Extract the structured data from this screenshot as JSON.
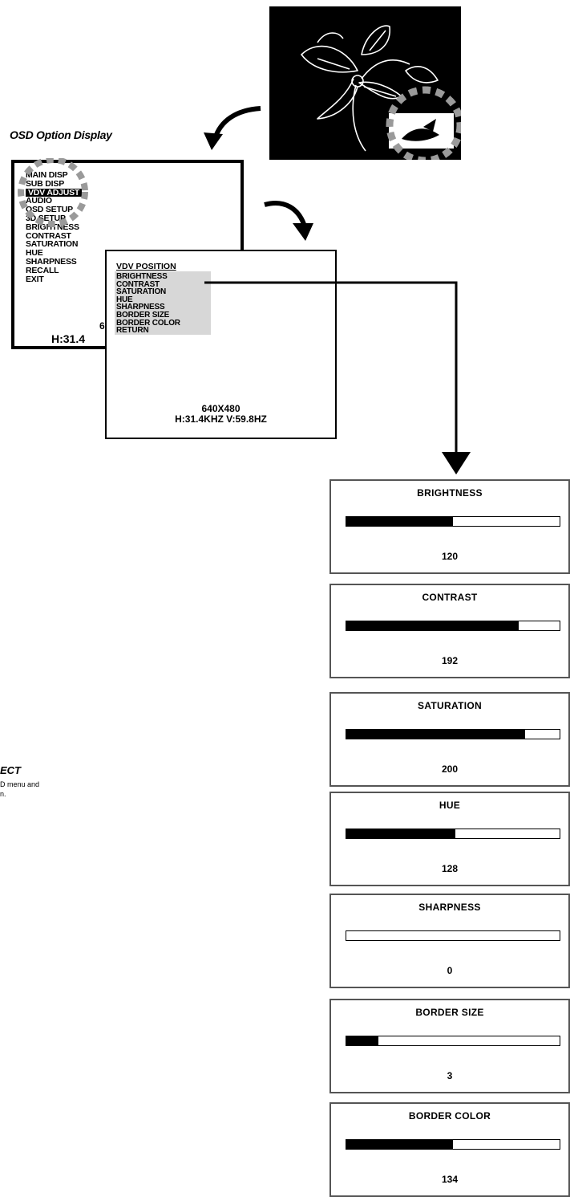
{
  "caption": "OSD Option Display",
  "main_menu": {
    "items": [
      "MAIN DISP",
      "SUB DISP",
      "VDV ADJUST",
      "AUDIO",
      "OSD SETUP",
      "3D SETUP",
      "BRIGHTNESS",
      "CONTRAST",
      "SATURATION",
      "HUE",
      "SHARPNESS",
      "RECALL",
      "EXIT"
    ],
    "highlighted_index": 2,
    "resolution_partial": "6",
    "frequency_partial": "H:31.4"
  },
  "sub_menu": {
    "header": "VDV POSITION",
    "items": [
      "BRIGHTNESS",
      "CONTRAST",
      "SATURATION",
      "HUE",
      "SHARPNESS",
      "BORDER SIZE",
      "BORDER COLOR",
      "RETURN"
    ],
    "resolution": "640X480",
    "frequency": "H:31.4KHZ V:59.8HZ"
  },
  "panels": [
    {
      "title": "BRIGHTNESS",
      "value": "120",
      "fill_fraction": 0.5
    },
    {
      "title": "CONTRAST",
      "value": "192",
      "fill_fraction": 0.81
    },
    {
      "title": "SATURATION",
      "value": "200",
      "fill_fraction": 0.84
    },
    {
      "title": "HUE",
      "value": "128",
      "fill_fraction": 0.51
    },
    {
      "title": "SHARPNESS",
      "value": "0",
      "fill_fraction": 0
    },
    {
      "title": "BORDER SIZE",
      "value": "3",
      "fill_fraction": 0.15
    },
    {
      "title": "BORDER COLOR",
      "value": "134",
      "fill_fraction": 0.5
    }
  ],
  "side_text": {
    "title": "ECT",
    "lines": [
      "D menu and",
      "n."
    ]
  }
}
